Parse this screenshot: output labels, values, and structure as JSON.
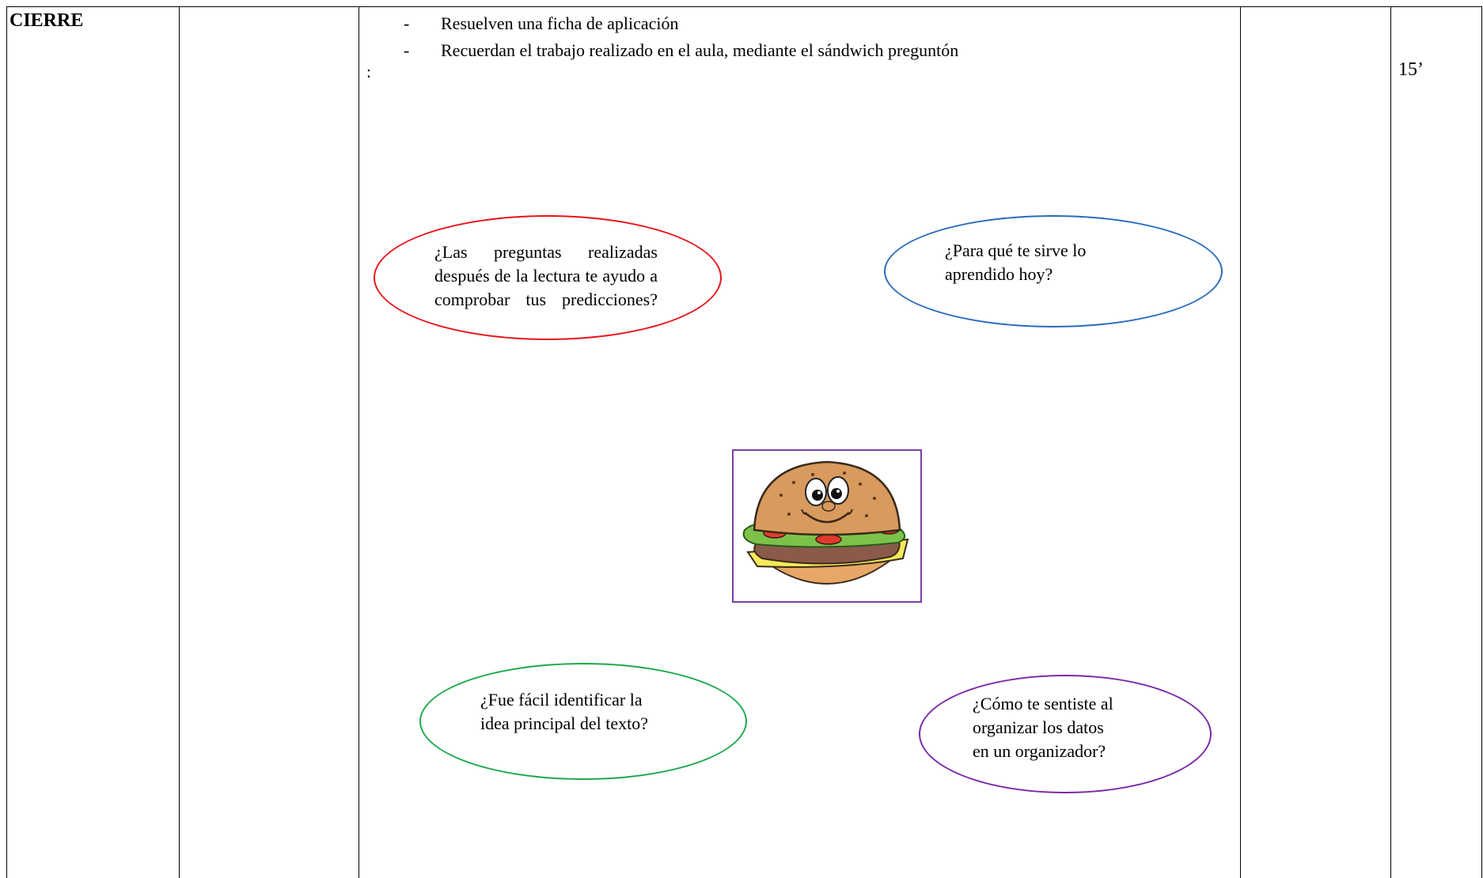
{
  "row": {
    "stage": "CIERRE",
    "activities": [
      "Resuelven una  ficha de aplicación",
      "Recuerdan el trabajo realizado en el aula, mediante el sándwich preguntón"
    ],
    "colon": ":",
    "time": "15’"
  },
  "bubbles": {
    "red": {
      "question": "¿Las preguntas realizadas después de la lectura te ayudo a comprobar tus predicciones?",
      "color": "#e8141a"
    },
    "blue": {
      "question_line1": "¿Para qué te sirve lo",
      "question_line2": "aprendido hoy?",
      "color": "#2a6bbf"
    },
    "green": {
      "question_line1": "¿Fue fácil identificar la",
      "question_line2": "idea principal del texto?",
      "color": "#1eaa4c"
    },
    "purple": {
      "question_line1": "¿Cómo te sentiste al",
      "question_line2": "organizar los datos",
      "question_line3": "en un organizador?",
      "color": "#7a2aa8"
    }
  },
  "image": {
    "icon": "hamburger-character-icon",
    "frame_color": "#7a3fa8"
  }
}
